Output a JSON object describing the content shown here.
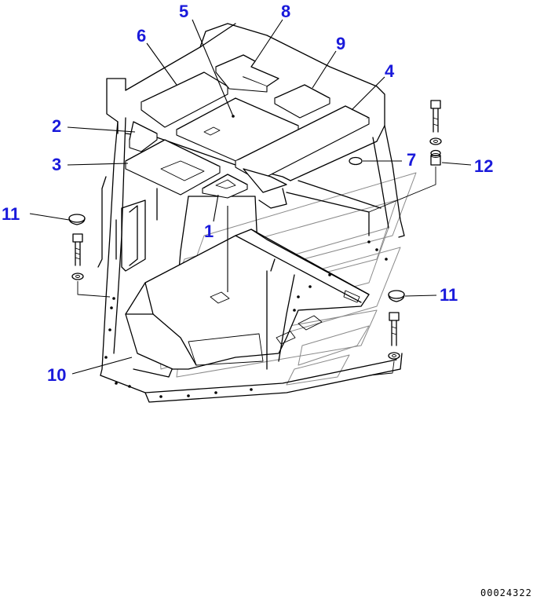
{
  "callouts": [
    {
      "id": "c1",
      "label": "1"
    },
    {
      "id": "c2",
      "label": "2"
    },
    {
      "id": "c3",
      "label": "3"
    },
    {
      "id": "c4",
      "label": "4"
    },
    {
      "id": "c5",
      "label": "5"
    },
    {
      "id": "c6",
      "label": "6"
    },
    {
      "id": "c7",
      "label": "7"
    },
    {
      "id": "c8",
      "label": "8"
    },
    {
      "id": "c9",
      "label": "9"
    },
    {
      "id": "c10",
      "label": "10"
    },
    {
      "id": "c11a",
      "label": "11"
    },
    {
      "id": "c11b",
      "label": "11"
    },
    {
      "id": "c12",
      "label": "12"
    }
  ],
  "drawing_number": "00024322",
  "colors": {
    "callout": "#1a1adb",
    "lines": "#000000",
    "watermark": "#8a8a8a"
  }
}
